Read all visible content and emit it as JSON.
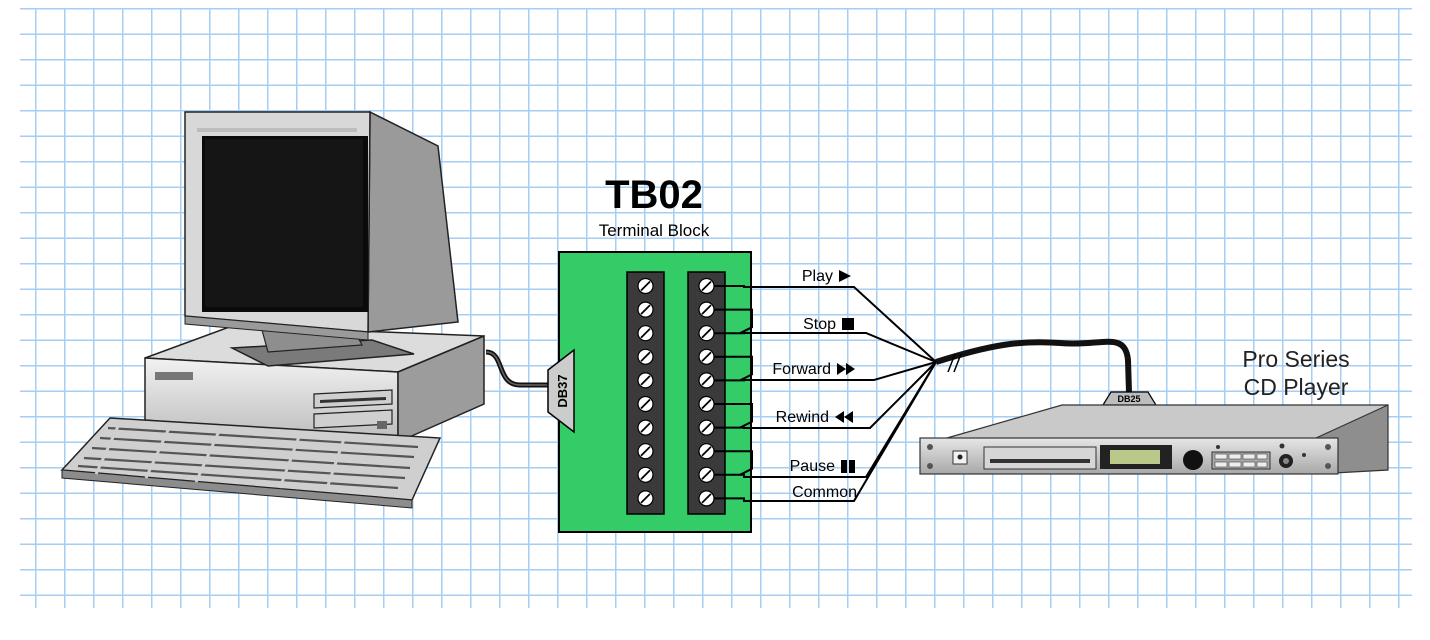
{
  "block": {
    "title": "TB02",
    "subtitle": "Terminal Block",
    "connector": "DB37"
  },
  "signals": [
    {
      "label": "Play",
      "icon": "play-icon"
    },
    {
      "label": "Stop",
      "icon": "stop-icon"
    },
    {
      "label": "Forward",
      "icon": "fast-forward-icon"
    },
    {
      "label": "Rewind",
      "icon": "rewind-icon"
    },
    {
      "label": "Pause",
      "icon": "pause-icon"
    },
    {
      "label": "Common",
      "icon": ""
    }
  ],
  "device": {
    "line1": "Pro Series",
    "line2": "CD Player",
    "connector": "DB25"
  },
  "colors": {
    "grid": "#a6cdf2",
    "block": "#33cc66",
    "terminal_strip": "#3a3a3a",
    "wire": "#000000"
  }
}
